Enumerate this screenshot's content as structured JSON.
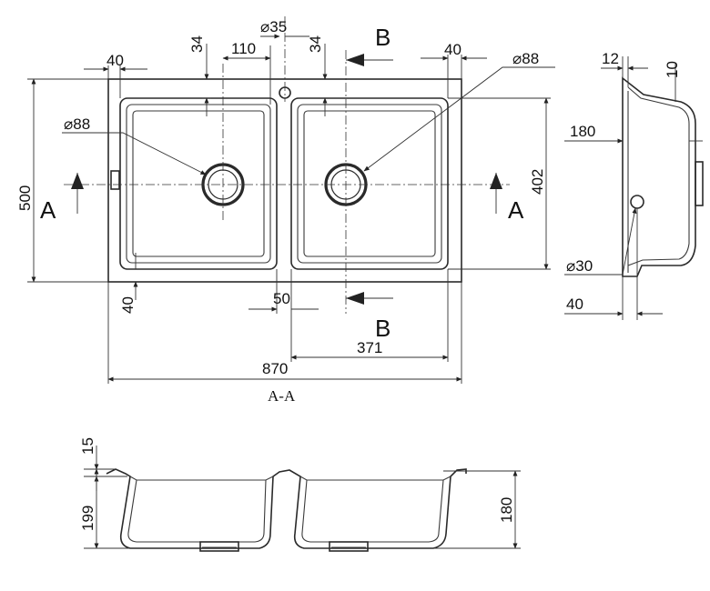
{
  "plan": {
    "dims": {
      "d35": "⌀35",
      "d88_left": "⌀88",
      "d88_right": "⌀88",
      "w110": "110",
      "h34_left": "34",
      "h34_right": "34",
      "w40_top_left": "40",
      "w40_top_right": "40",
      "h500": "500",
      "h402": "402",
      "h40_bottom": "40",
      "w50": "50",
      "w371": "371",
      "w870": "870"
    },
    "section_marks": {
      "a_left": "A",
      "a_right": "A",
      "b_top": "B",
      "b_bottom": "B"
    }
  },
  "side": {
    "dims": {
      "w12": "12",
      "d10": "10",
      "d180": "180",
      "d30": "⌀30",
      "w40": "40"
    }
  },
  "section": {
    "title": "A-A",
    "dims": {
      "h15": "15",
      "h199": "199",
      "h180": "180"
    }
  }
}
